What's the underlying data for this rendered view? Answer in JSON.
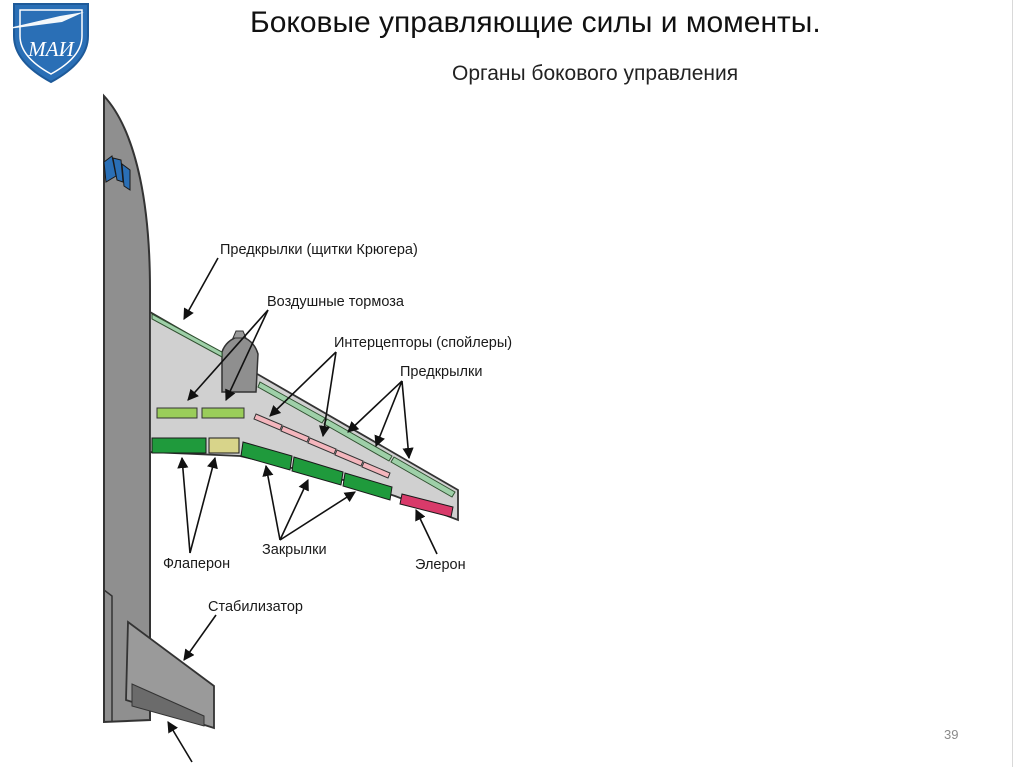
{
  "slide": {
    "title": "Боковые управляющие силы и моменты.",
    "subtitle": "Органы бокового управления",
    "page_number": "39",
    "logo_text": "МАИ"
  },
  "labels": {
    "kruger_flaps": "Предкрылки (щитки Крюгера)",
    "air_brakes": "Воздушные тормоза",
    "spoilers": "Интерцепторы (спойлеры)",
    "slats": "Предкрылки",
    "flaperon": "Флаперон",
    "flaps": "Закрылки",
    "aileron": "Элерон",
    "stabilizer": "Стабилизатор"
  },
  "colors": {
    "fuselage": "#8f8f8f",
    "wing": "#d0d0d0",
    "slat": "#9ed0a8",
    "air_brake": "#9acd5a",
    "spoiler": "#f4b6bd",
    "flap": "#1f9a3c",
    "flaperon": "#d8d48a",
    "aileron": "#d83a6a",
    "logo_blue": "#2a6fb6"
  },
  "icons": {
    "logo": "mai-shield-logo"
  }
}
